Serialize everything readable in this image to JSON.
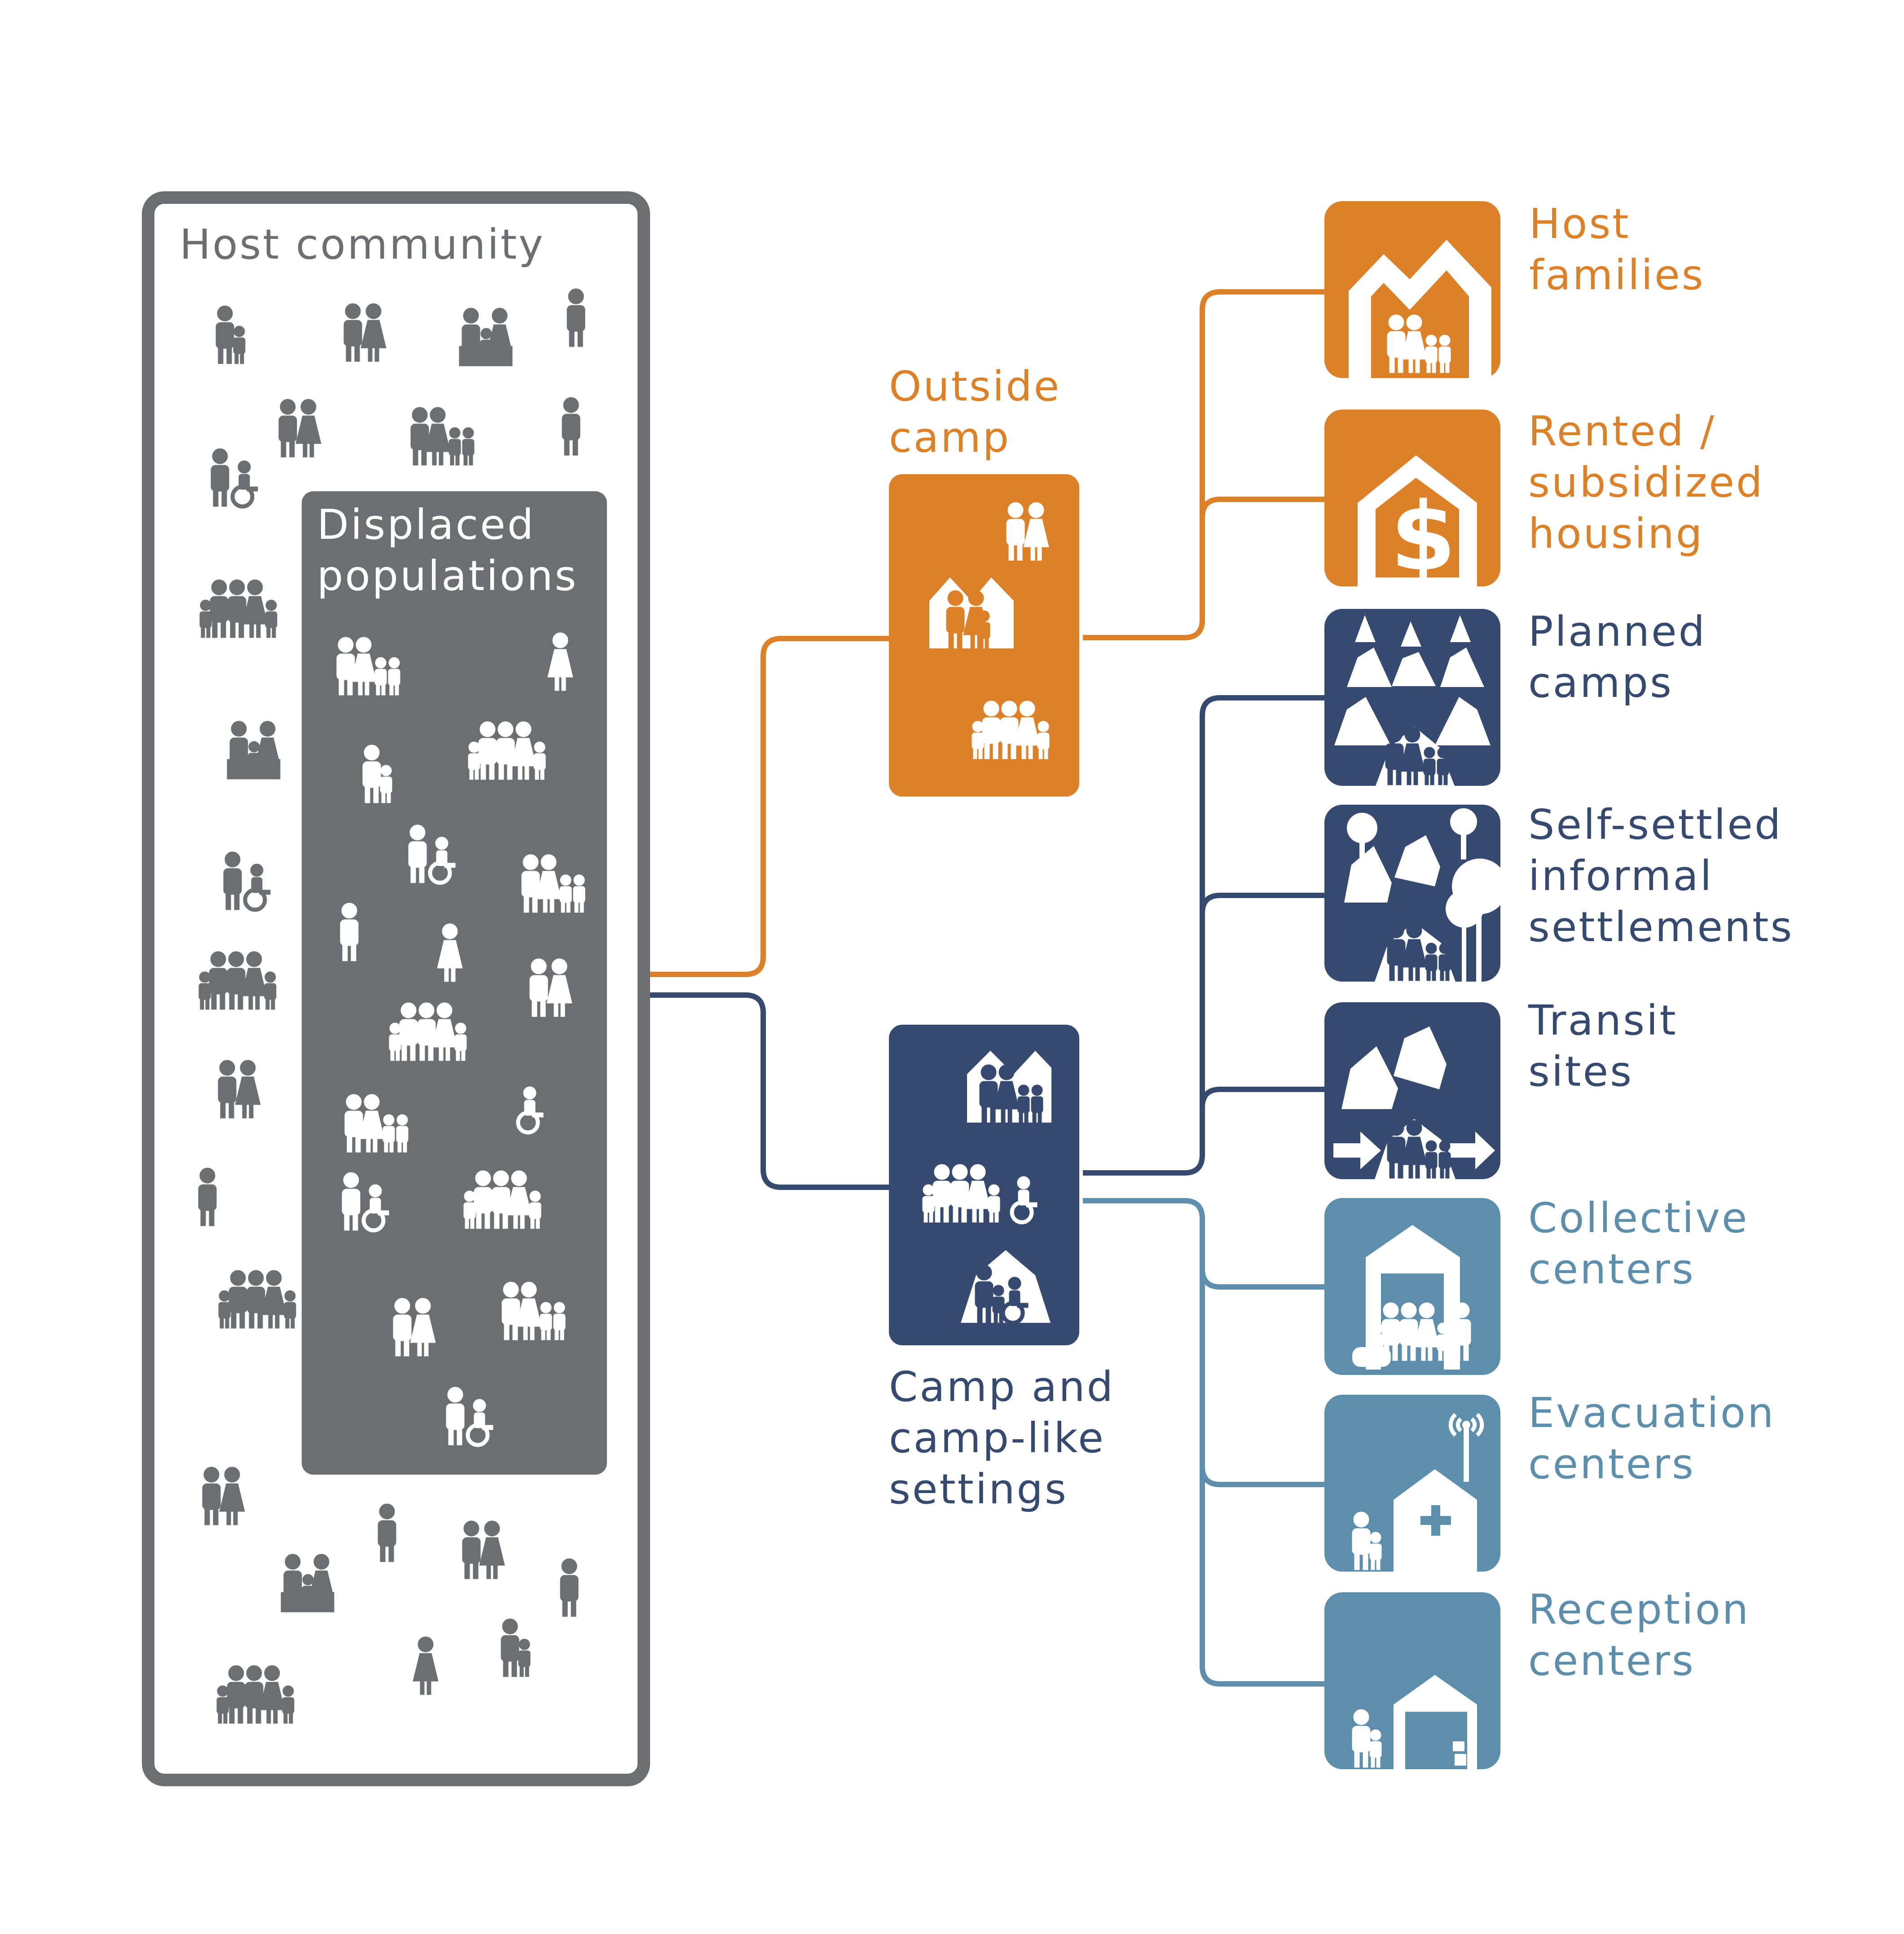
{
  "colors": {
    "gray": "#6d6e71",
    "orange": "#dd8128",
    "navy": "#364a70",
    "steel": "#5d8fad",
    "white": "#ffffff"
  },
  "host_community": {
    "title": "Host community"
  },
  "displaced": {
    "title_line1": "Displaced",
    "title_line2": "populations"
  },
  "outside_camp": {
    "label_line1": "Outside",
    "label_line2": "camp"
  },
  "camp_settings": {
    "label_line1": "Camp and",
    "label_line2": "camp-like",
    "label_line3": "settings"
  },
  "categories": [
    {
      "id": "host-families",
      "group": "outside-camp",
      "color": "orange",
      "icon": "house-family-icon",
      "line1": "Host",
      "line2": "families",
      "line3": ""
    },
    {
      "id": "rented-housing",
      "group": "outside-camp",
      "color": "orange",
      "icon": "house-dollar-icon",
      "line1": "Rented /",
      "line2": "subsidized",
      "line3": "housing"
    },
    {
      "id": "planned-camps",
      "group": "camp",
      "color": "navy",
      "icon": "tent-rows-icon",
      "line1": "Planned",
      "line2": "camps",
      "line3": ""
    },
    {
      "id": "self-settled",
      "group": "camp",
      "color": "navy",
      "icon": "tents-trees-icon",
      "line1": "Self-settled",
      "line2": "informal",
      "line3": "settlements"
    },
    {
      "id": "transit-sites",
      "group": "camp",
      "color": "navy",
      "icon": "tent-arrows-icon",
      "line1": "Transit",
      "line2": "sites",
      "line3": ""
    },
    {
      "id": "collective-centers",
      "group": "camp",
      "color": "steel",
      "icon": "building-group-icon",
      "line1": "Collective",
      "line2": "centers",
      "line3": ""
    },
    {
      "id": "evacuation-centers",
      "group": "camp",
      "color": "steel",
      "icon": "building-antenna-cross-icon",
      "line1": "Evacuation",
      "line2": "centers",
      "line3": ""
    },
    {
      "id": "reception-centers",
      "group": "camp",
      "color": "steel",
      "icon": "building-door-icon",
      "line1": "Reception",
      "line2": "centers",
      "line3": ""
    }
  ]
}
